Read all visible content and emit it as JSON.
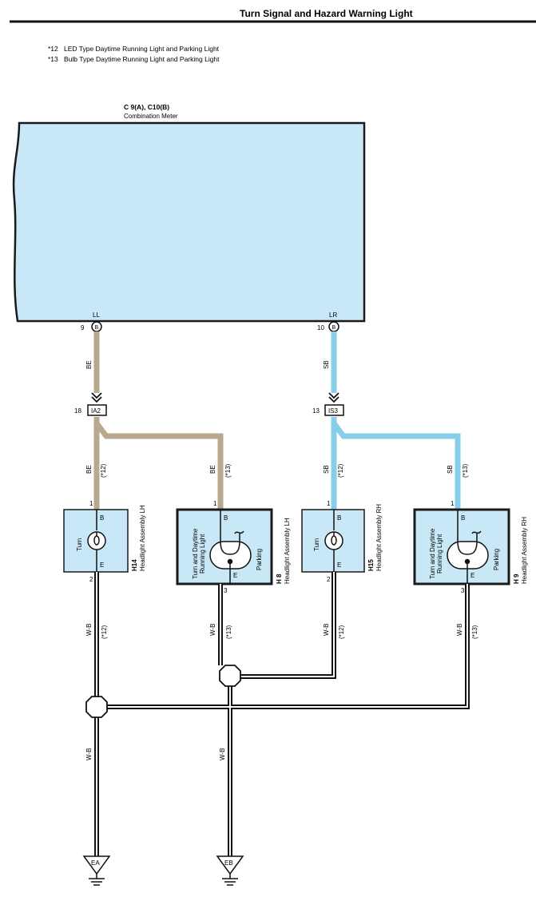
{
  "header": {
    "title": "Turn Signal and Hazard Warning Light"
  },
  "notes": [
    {
      "mark": "*12",
      "text": "LED Type Daytime Running Light and Parking Light"
    },
    {
      "mark": "*13",
      "text": "Bulb Type Daytime Running Light and Parking Light"
    }
  ],
  "colors": {
    "brown_wire": "#b8a88e",
    "blue_wire": "#87ceeb",
    "box_fill": "#c8e8f8",
    "outline": "#1a1a1a"
  },
  "meter": {
    "code": "C 9(A), C10(B)",
    "name": "Combination Meter",
    "pin_left": {
      "label": "LL",
      "num": "9",
      "conn": "B"
    },
    "pin_right": {
      "label": "LR",
      "num": "10",
      "conn": "B"
    }
  },
  "wires": {
    "left_top": "BE",
    "right_top": "SB",
    "left_a": "BE",
    "left_a_note": "(*12)",
    "left_b": "BE",
    "left_b_note": "(*13)",
    "right_a": "SB",
    "right_a_note": "(*12)",
    "right_b": "SB",
    "right_b_note": "(*13)",
    "ground_1": "W-B",
    "ground_1_note": "(*12)",
    "ground_2": "W-B",
    "ground_2_note": "(*13)",
    "ground_3": "W-B",
    "ground_3_note": "(*12)",
    "ground_4": "W-B",
    "ground_4_note": "(*13)",
    "ground_ea": "W-B",
    "ground_eb": "W-B"
  },
  "junctions": {
    "left": {
      "num": "18",
      "code": "IA2"
    },
    "right": {
      "num": "13",
      "code": "IS3"
    }
  },
  "components": {
    "h14": {
      "code": "H14",
      "name": "Headlight Assembly LH",
      "func": "Turn",
      "pin_top": "1",
      "pin_top_label": "B",
      "pin_bot": "2",
      "pin_bot_label": "E"
    },
    "h8": {
      "code": "H 8",
      "name": "Headlight Assembly LH",
      "func1": "Turn and Daytime",
      "func2": "Running Light",
      "func3": "Parking",
      "pin_top": "1",
      "pin_top_label": "B",
      "pin_bot": "3",
      "pin_bot_label": "E"
    },
    "h15": {
      "code": "H15",
      "name": "Headlight Assembly RH",
      "func": "Turn",
      "pin_top": "1",
      "pin_top_label": "B",
      "pin_bot": "2",
      "pin_bot_label": "E"
    },
    "h9": {
      "code": "H 9",
      "name": "Headlight Assembly RH",
      "func1": "Turn and Daytime",
      "func2": "Running Light",
      "func3": "Parking",
      "pin_top": "1",
      "pin_top_label": "B",
      "pin_bot": "3",
      "pin_bot_label": "E"
    }
  },
  "grounds": {
    "ea": "EA",
    "eb": "EB"
  }
}
